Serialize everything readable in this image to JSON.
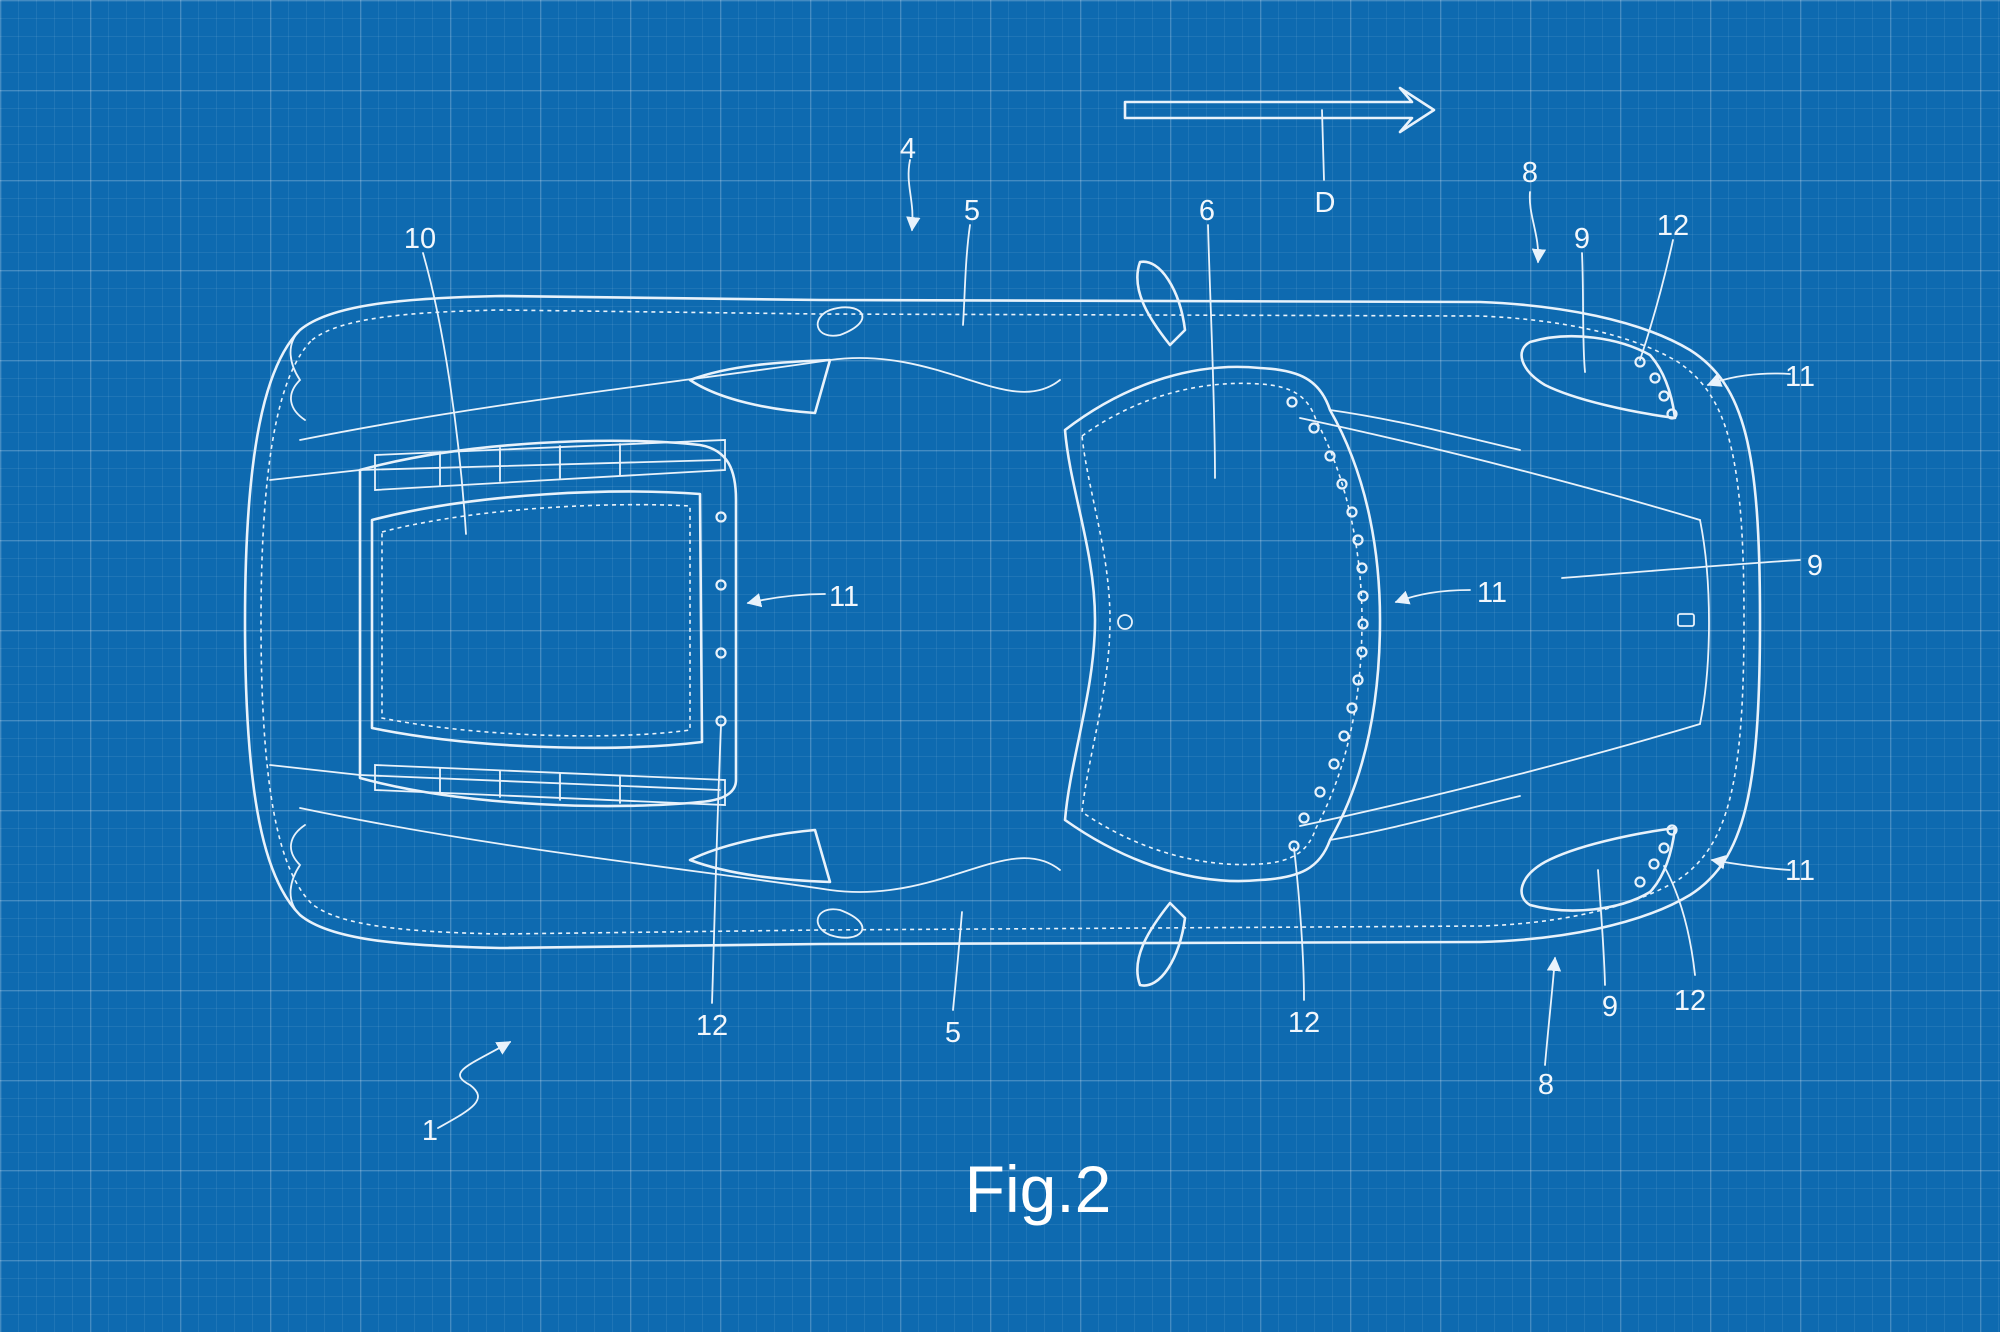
{
  "figure": {
    "caption": "Fig.2"
  },
  "direction": {
    "label": "D"
  },
  "reference_numerals": {
    "vehicle": "1",
    "side": "4",
    "side_panel_top": "5",
    "side_panel_bottom": "5",
    "roof": "6",
    "front_top": "8",
    "front_bottom": "8",
    "hood_vent_top": "9",
    "hood": "9",
    "hood_vent_bottom": "9",
    "rear_cover": "10",
    "lights_rear": "11",
    "lights_roof": "11",
    "lights_front_top": "11",
    "lights_front_bottom": "11",
    "led_rear": "12",
    "led_roof": "12",
    "led_front_top": "12",
    "led_front_bottom": "12"
  },
  "colors": {
    "background": "#0e6ab0",
    "line": "#e8f2fb"
  }
}
